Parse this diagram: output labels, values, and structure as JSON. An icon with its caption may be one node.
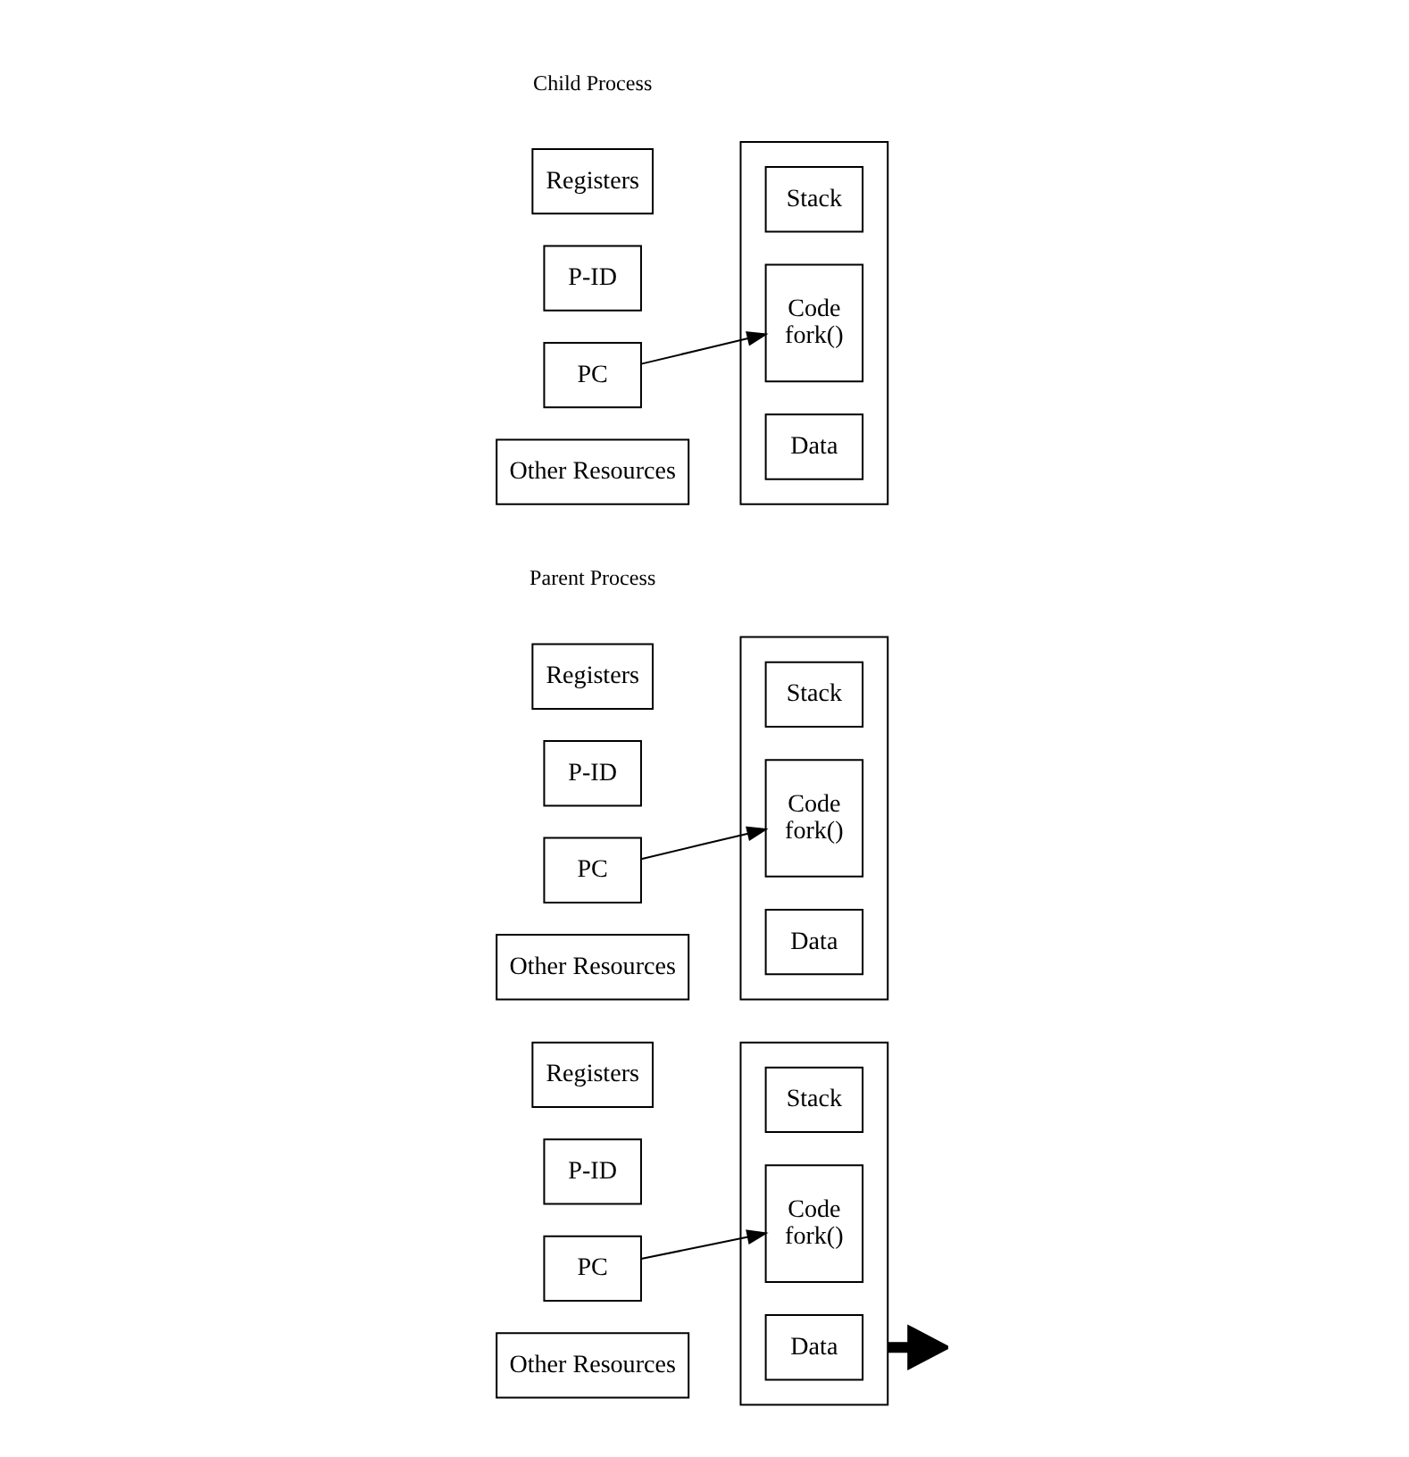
{
  "diagram": {
    "nodes": [
      {
        "text": [
          "Registers"
        ]
      },
      {
        "text": [
          "P-ID"
        ]
      },
      {
        "text": [
          "PC"
        ]
      },
      {
        "text": [
          "Other Resources"
        ]
      },
      {
        "text": [],
        "shape": "box"
      },
      {
        "text": [
          "Stack"
        ],
        "in": 4
      },
      {
        "text": [
          "Code",
          "fork()"
        ],
        "in": 4
      },
      {
        "text": [
          "Data"
        ],
        "in": 4
      },
      {
        "text": [
          "Registers"
        ]
      },
      {
        "text": [
          "P-ID"
        ]
      },
      {
        "text": [
          "PC"
        ]
      },
      {
        "text": [
          "Other Resources"
        ]
      },
      {
        "text": [],
        "shape": "box"
      },
      {
        "text": [
          "Stack"
        ],
        "in": 12
      },
      {
        "text": [
          "Code",
          "fork()"
        ],
        "in": 12
      },
      {
        "text": [
          "Data"
        ],
        "in": 12
      },
      {
        "text": [
          "Registers"
        ]
      },
      {
        "text": [
          "P-ID"
        ]
      },
      {
        "text": [
          "PC"
        ]
      },
      {
        "text": [
          "Other Resources"
        ]
      },
      {
        "text": [],
        "shape": "box"
      },
      {
        "text": [
          "Stack"
        ],
        "in": 20
      },
      {
        "text": [
          "Code",
          "fork()"
        ],
        "in": 20
      },
      {
        "text": [
          "Data"
        ],
        "in": 20
      }
    ],
    "edges": [
      {
        "from": 2,
        "to": 6,
        "arrow": "to"
      },
      {
        "from": 4,
        "to": null,
        "arrow": "to",
        "style": "thick"
      },
      {
        "from": 10,
        "to": 14,
        "arrow": "to"
      },
      {
        "from": 18,
        "to": 22,
        "arrow": "to"
      }
    ],
    "labels": [
      "Parent Process",
      "Child Process"
    ]
  }
}
